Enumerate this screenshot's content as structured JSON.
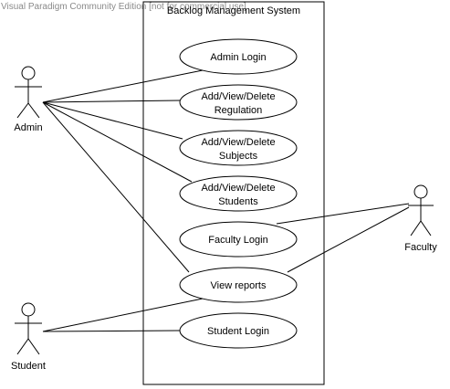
{
  "watermark": "Visual Paradigm Community Edition [not for commercial use]",
  "system": {
    "title": "Backlog Management System"
  },
  "actors": {
    "admin": "Admin",
    "faculty": "Faculty",
    "student": "Student"
  },
  "use_cases": {
    "admin_login": [
      "Admin Login"
    ],
    "regulation": [
      "Add/View/Delete",
      "Regulation"
    ],
    "subjects": [
      "Add/View/Delete",
      "Subjects"
    ],
    "students": [
      "Add/View/Delete",
      "Students"
    ],
    "faculty_login": [
      "Faculty Login"
    ],
    "view_reports": [
      "View reports"
    ],
    "student_login": [
      "Student Login"
    ]
  },
  "colors": {
    "line": "#000000",
    "background": "#ffffff",
    "watermark": "#8a8a8a"
  }
}
